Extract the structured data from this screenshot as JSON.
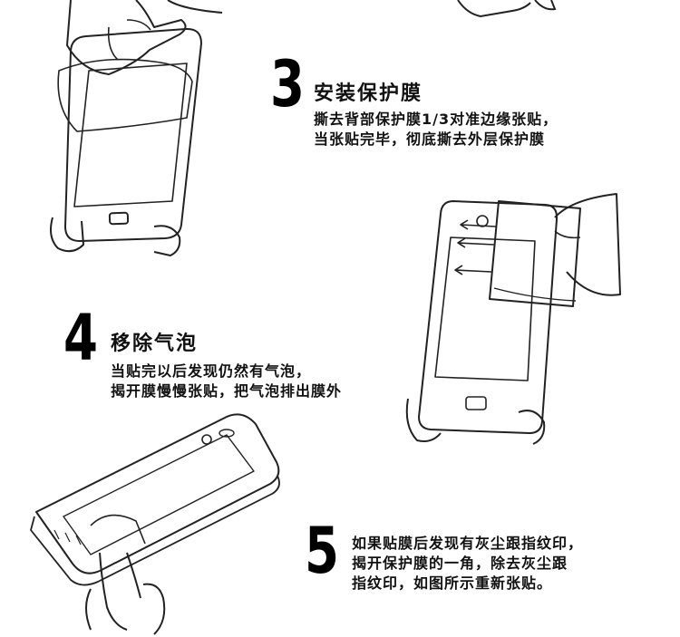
{
  "steps": [
    {
      "number": "3",
      "title": "安装保护膜",
      "lines": [
        "撕去背部保护膜1/3对准边缘张贴，",
        "当张贴完毕，彻底撕去外层保护膜"
      ]
    },
    {
      "number": "4",
      "title": "移除气泡",
      "lines": [
        "当贴完以后发现仍然有气泡，",
        "揭开膜慢慢张贴，把气泡排出膜外"
      ]
    },
    {
      "number": "5",
      "title": "",
      "lines": [
        "如果贴膜后发现有灰尘跟指纹印，",
        "揭开保护膜的一角，除去灰尘跟",
        "指纹印，如图所示重新张贴。"
      ]
    }
  ],
  "icons": {
    "step3": "phone-peel-film-illustration",
    "step4": "phone-push-bubbles-illustration",
    "step5": "phone-lift-corner-illustration"
  }
}
